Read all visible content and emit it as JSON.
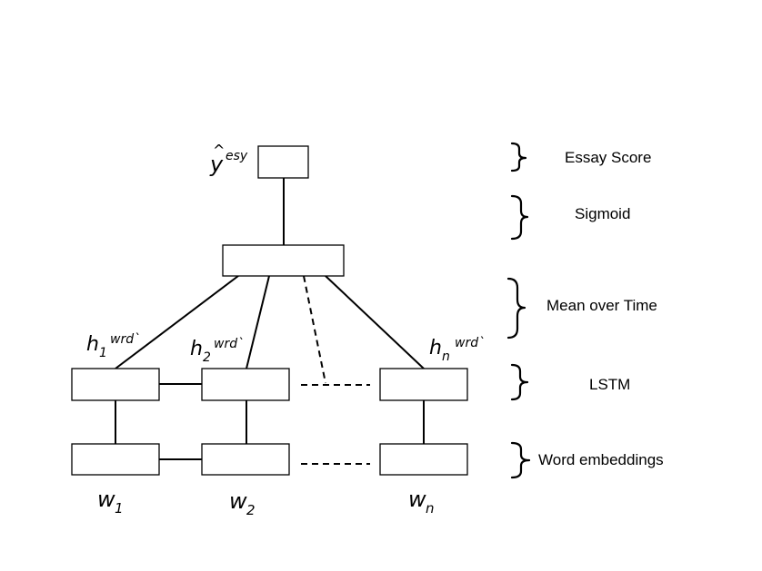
{
  "output_symbol": {
    "base": "y",
    "hat": "^",
    "sup": "esy"
  },
  "hidden_labels": [
    {
      "base": "h",
      "sub": "1",
      "sup": "wrd`"
    },
    {
      "base": "h",
      "sub": "2",
      "sup": "wrd`"
    },
    {
      "base": "h",
      "sub": "n",
      "sup": "wrd`"
    }
  ],
  "word_labels": [
    {
      "base": "w",
      "sub": "1"
    },
    {
      "base": "w",
      "sub": "2"
    },
    {
      "base": "w",
      "sub": "n"
    }
  ],
  "layers": [
    {
      "label": "Essay Score"
    },
    {
      "label": "Sigmoid"
    },
    {
      "label": "Mean over Time"
    },
    {
      "label": "LSTM"
    },
    {
      "label": "Word embeddings"
    }
  ]
}
